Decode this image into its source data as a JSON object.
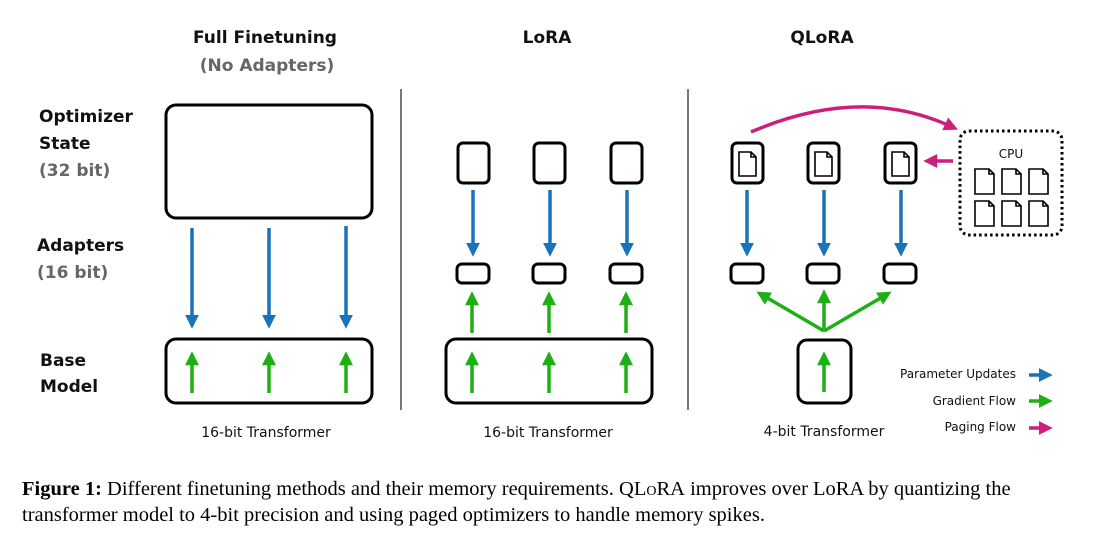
{
  "row_labels": {
    "optimizer": {
      "line1": "Optimizer",
      "line2": "State",
      "line3": "(32 bit)"
    },
    "adapters": {
      "line1": "Adapters",
      "line2": "(16 bit)"
    },
    "base": {
      "line1": "Base",
      "line2": "Model"
    }
  },
  "columns": [
    {
      "title": "Full Finetuning",
      "subtitle": "(No Adapters)",
      "footer": "16-bit Transformer"
    },
    {
      "title": "LoRA",
      "footer": "16-bit Transformer"
    },
    {
      "title": "QLoRA",
      "footer": "4-bit Transformer"
    }
  ],
  "cpu": {
    "label": "CPU",
    "pages": 6
  },
  "legend": [
    {
      "label": "Parameter Updates",
      "color": "#1a73b8"
    },
    {
      "label": "Gradient Flow",
      "color": "#1db014"
    },
    {
      "label": "Paging Flow",
      "color": "#cc1f7a"
    }
  ],
  "colors": {
    "param": "#1a73b8",
    "grad": "#1db014",
    "paging": "#cc1f7a"
  },
  "caption": {
    "label": "Figure 1:",
    "text_1": " Different finetuning methods and their memory requirements. ",
    "qlora": "QLoRA",
    "text_2": " improves over LoRA by quantizing the transformer model to 4-bit precision and using paged optimizers to handle memory spikes."
  }
}
